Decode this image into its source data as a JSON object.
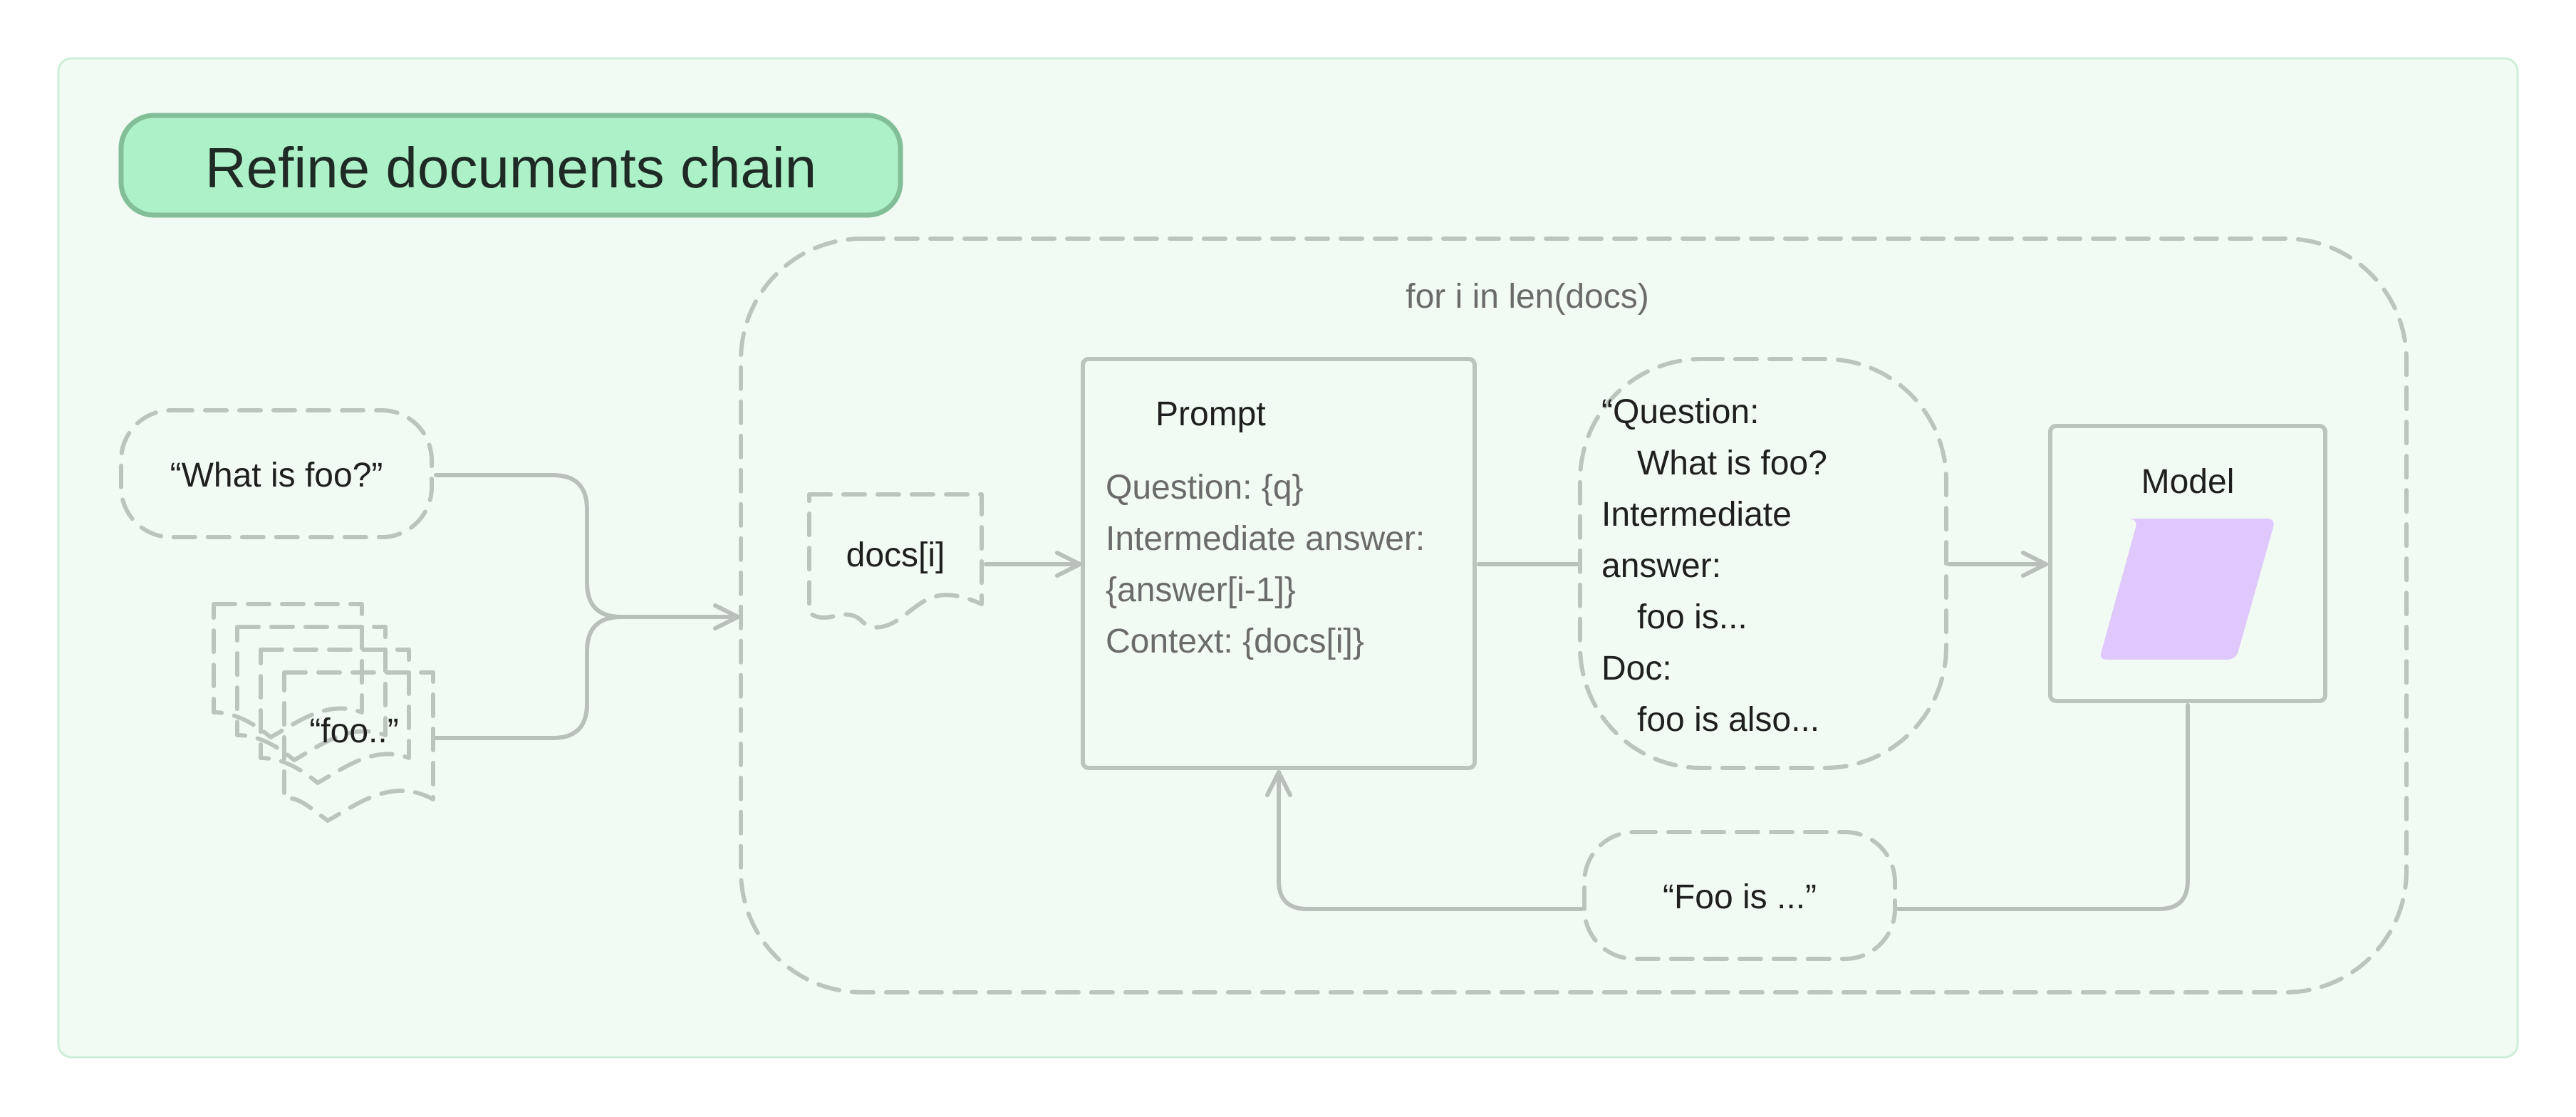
{
  "title": "Refine documents chain",
  "loop_label": "for i in len(docs)",
  "inputs": {
    "question": "“What is foo?”",
    "docs": "“foo..”"
  },
  "docs_i": "docs[i]",
  "prompt": {
    "header": "Prompt",
    "lines": [
      "Question: {q}",
      "Intermediate answer:",
      "{answer[i-1]}",
      "Context: {docs[i]}"
    ]
  },
  "filled_prompt": {
    "lines": [
      "“Question:",
      "What is foo?",
      "Intermediate",
      "answer:",
      "foo is...",
      "Doc:",
      "foo is also..."
    ]
  },
  "model": {
    "label": "Model"
  },
  "output": "“Foo is ...”",
  "colors": {
    "background": "#f1faf3",
    "title_fill": "#adf1c8",
    "title_border": "#82bf98",
    "model_shape": "#dfc8fb",
    "line": "#b9bfbb"
  }
}
